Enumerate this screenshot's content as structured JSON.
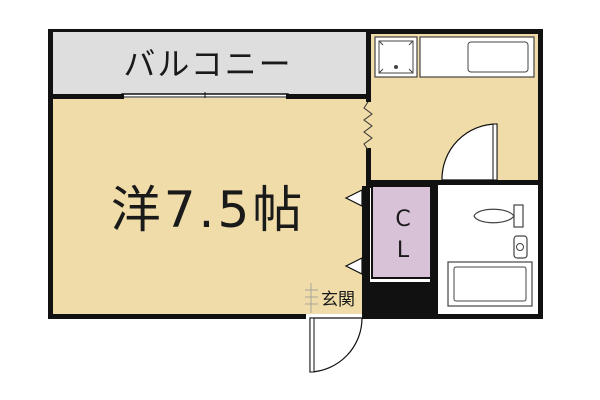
{
  "rooms": {
    "balcony": "バルコニー",
    "western_room": "洋7.5帖",
    "closet_c": "C",
    "closet_l": "L",
    "entrance": "玄関"
  },
  "colors": {
    "room_fill": "#efdca8",
    "balcony_fill": "#dedede",
    "closet_fill": "#d8c2d8",
    "wall": "#111111",
    "fixture_stroke": "#444444",
    "background": "#ffffff"
  },
  "icons": [
    "stove-icon",
    "sink-icon",
    "toilet-icon",
    "washbasin-icon",
    "bathtub-icon",
    "door-swing-icon"
  ]
}
